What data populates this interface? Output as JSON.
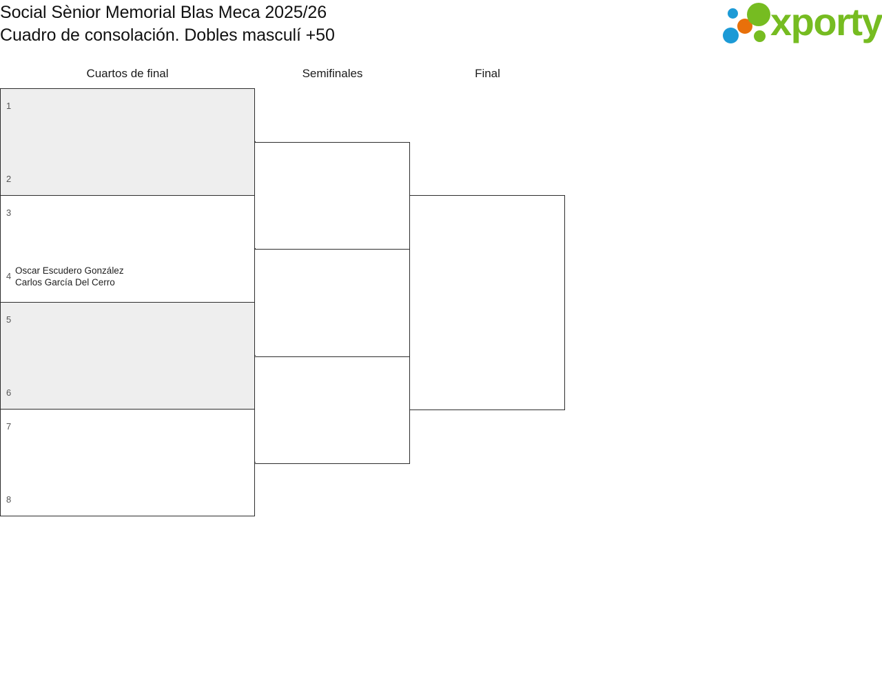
{
  "header": {
    "title_line_1": "Social Sènior Memorial Blas Meca 2025/26",
    "title_line_2": "Cuadro de consolación. Dobles masculí +50"
  },
  "logo": {
    "wordmark": "xporty",
    "green": "#76bc21",
    "blue": "#1c9ad6",
    "orange": "#e8700a"
  },
  "bracket": {
    "rounds": [
      {
        "label": "Cuartos de final"
      },
      {
        "label": "Semifinales"
      },
      {
        "label": "Final"
      }
    ],
    "quarterfinals": [
      {
        "shaded": true,
        "top": {
          "seed": "1",
          "players": [
            "",
            ""
          ]
        },
        "bottom": {
          "seed": "2",
          "players": [
            "",
            ""
          ]
        }
      },
      {
        "shaded": false,
        "top": {
          "seed": "3",
          "players": [
            "",
            ""
          ]
        },
        "bottom": {
          "seed": "4",
          "players": [
            "Oscar Escudero González",
            "Carlos García Del Cerro"
          ]
        }
      },
      {
        "shaded": true,
        "top": {
          "seed": "5",
          "players": [
            "",
            ""
          ]
        },
        "bottom": {
          "seed": "6",
          "players": [
            "",
            ""
          ]
        }
      },
      {
        "shaded": false,
        "top": {
          "seed": "7",
          "players": [
            "",
            ""
          ]
        },
        "bottom": {
          "seed": "8",
          "players": [
            "",
            ""
          ]
        }
      }
    ],
    "semifinals": [
      {
        "shaded": false,
        "top": {
          "seed": "",
          "players": [
            "",
            ""
          ]
        },
        "bottom": {
          "seed": "",
          "players": [
            "",
            ""
          ]
        }
      },
      {
        "shaded": false,
        "top": {
          "seed": "",
          "players": [
            "",
            ""
          ]
        },
        "bottom": {
          "seed": "",
          "players": [
            "",
            ""
          ]
        }
      }
    ],
    "final": [
      {
        "shaded": false,
        "top": {
          "seed": "",
          "players": [
            "",
            ""
          ]
        },
        "bottom": {
          "seed": "",
          "players": [
            "",
            ""
          ]
        }
      }
    ]
  }
}
